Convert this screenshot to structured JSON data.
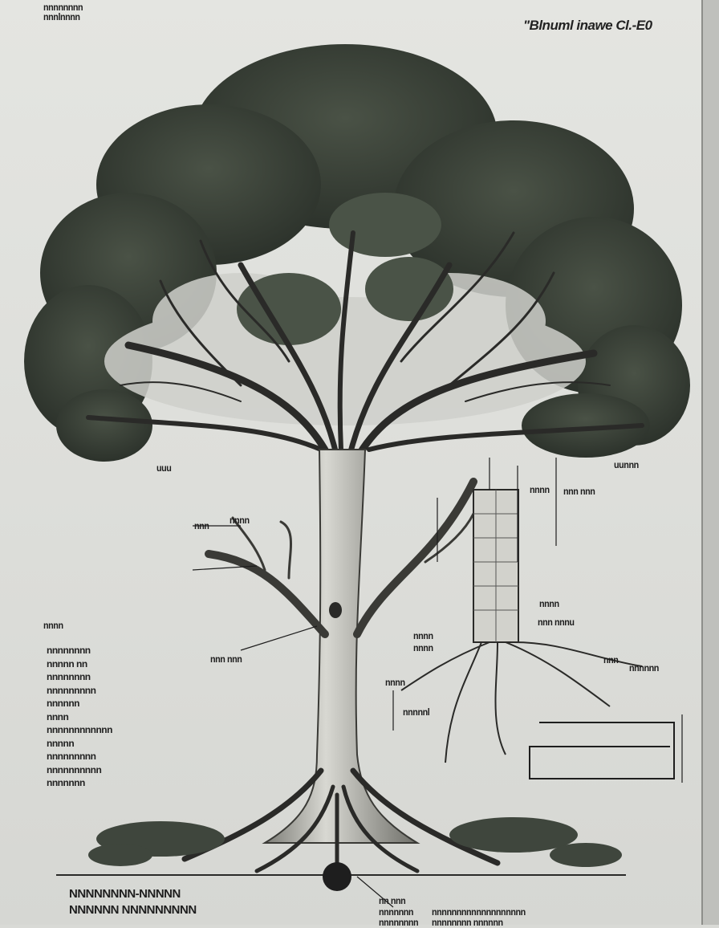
{
  "header": {
    "corner_text": [
      "nnnnnnnn",
      "nnnlnnnn"
    ],
    "title": "\"Blnuml inawe Cl.-E0"
  },
  "labels": {
    "canopy_left": "uuu",
    "canopy_right": "uunnn",
    "branch_left_1": "nnnn",
    "branch_left_2": "nnn",
    "trunk_left": "nnn nnn",
    "column_top": "nnnn",
    "column_right": "nnn nnn",
    "column_mid": "nnnn",
    "column_base": "nnn nnnu",
    "root_right_1": "nnn",
    "root_right_2": "nnnnnn",
    "mid_1": "nnnn",
    "mid_2": "nnnn",
    "left_root": "nnnn",
    "left_root_2": "nnnnnl",
    "left_heading": "nnnn"
  },
  "left_list": [
    "nnnnnnnn",
    "nnnnn nn",
    "nnnnnnnn",
    "nnnnnnnnn",
    "nnnnnn",
    "nnnn",
    "nnnnnnnnnnnn",
    "nnnnn",
    "nnnnnnnnn",
    "nnnnnnnnnn",
    "nnnnnnn"
  ],
  "caption": [
    "NNNNNNNN-NNNNN",
    "NNNNNN NNNNNNNNN"
  ],
  "footnotes": [
    "nn nnn",
    "nnnnnnn",
    "nnnnnnnn",
    "nnnnnnnnnnnnnnnnnnn",
    "nnnnnnnn nnnnnn"
  ],
  "colors": {
    "paper": "#e0e1dd",
    "foliage": "#3a4139",
    "ink": "#1e1e1e"
  }
}
